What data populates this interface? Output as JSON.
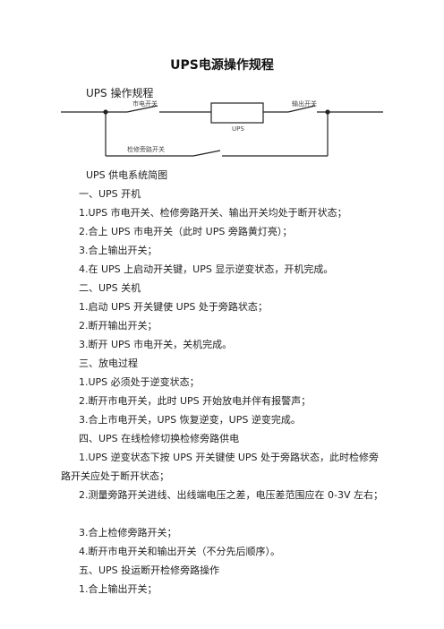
{
  "title": "UPS电源操作规程",
  "subtitle": "UPS 操作规程",
  "diagram": {
    "mains_switch": "市电开关",
    "ups_box": "UPS",
    "output_switch": "输出开关",
    "bypass_switch": "检修旁路开关"
  },
  "caption": "UPS 供电系统简图",
  "lines": [
    "一、UPS 开机",
    "1.UPS 市电开关、检修旁路开关、输出开关均处于断开状态；",
    "2.合上 UPS 市电开关（此时 UPS 旁路黄灯亮）；",
    "3.合上输出开关；",
    "4.在 UPS 上启动开关键，UPS 显示逆变状态，开机完成。",
    "二、UPS 关机",
    "1.启动 UPS 开关键使 UPS 处于旁路状态；",
    "2.断开输出开关；",
    "3.断开 UPS 市电开关，关机完成。",
    "三、放电过程",
    "1.UPS 必须处于逆变状态；",
    "2.断开市电开关，此时 UPS 开始放电并伴有报警声；",
    "3.合上市电开关，UPS 恢复逆变，UPS 逆变完成。",
    "四、UPS 在线检修切换检修旁路供电"
  ],
  "para1": "1.UPS 逆变状态下按 UPS 开关键使 UPS 处于旁路状态，此时检修旁路开关应处于断开状态；",
  "para2": "2.测量旁路开关进线、出线端电压之差，电压差范围应在 0-3V 左右；",
  "lines2": [
    "3.合上检修旁路开关；",
    "4.断开市电开关和输出开关（不分先后顺序）。",
    "五、UPS 投运断开检修旁路操作",
    "1.合上输出开关；"
  ]
}
